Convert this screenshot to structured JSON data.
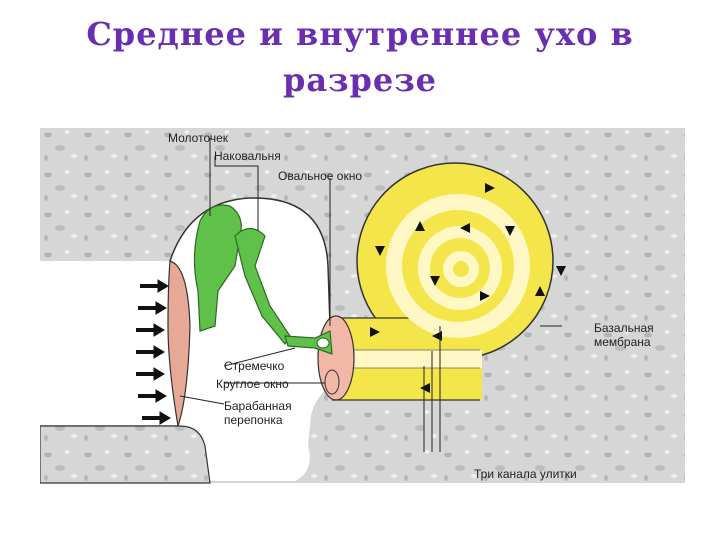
{
  "title": {
    "line1": "Среднее и внутреннее ухо в",
    "line2": "разрезе"
  },
  "labels": {
    "malleus": "Молоточек",
    "incus": "Наковальня",
    "oval_window": "Овальное окно",
    "stapes": "Стремечко",
    "round_window": "Круглое окно",
    "eardrum_1": "Барабанная",
    "eardrum_2": "перепонка",
    "basilar_1": "Базальная",
    "basilar_2": "мембрана",
    "three_canals": "Три канала улитки"
  },
  "colors": {
    "title": "#6a2fb0",
    "bone": "#d9d9d9",
    "cochlea": "#f4e64a",
    "ossicles": "#5fc04a",
    "eardrum": "#e8a896",
    "arrows": "#111111"
  }
}
